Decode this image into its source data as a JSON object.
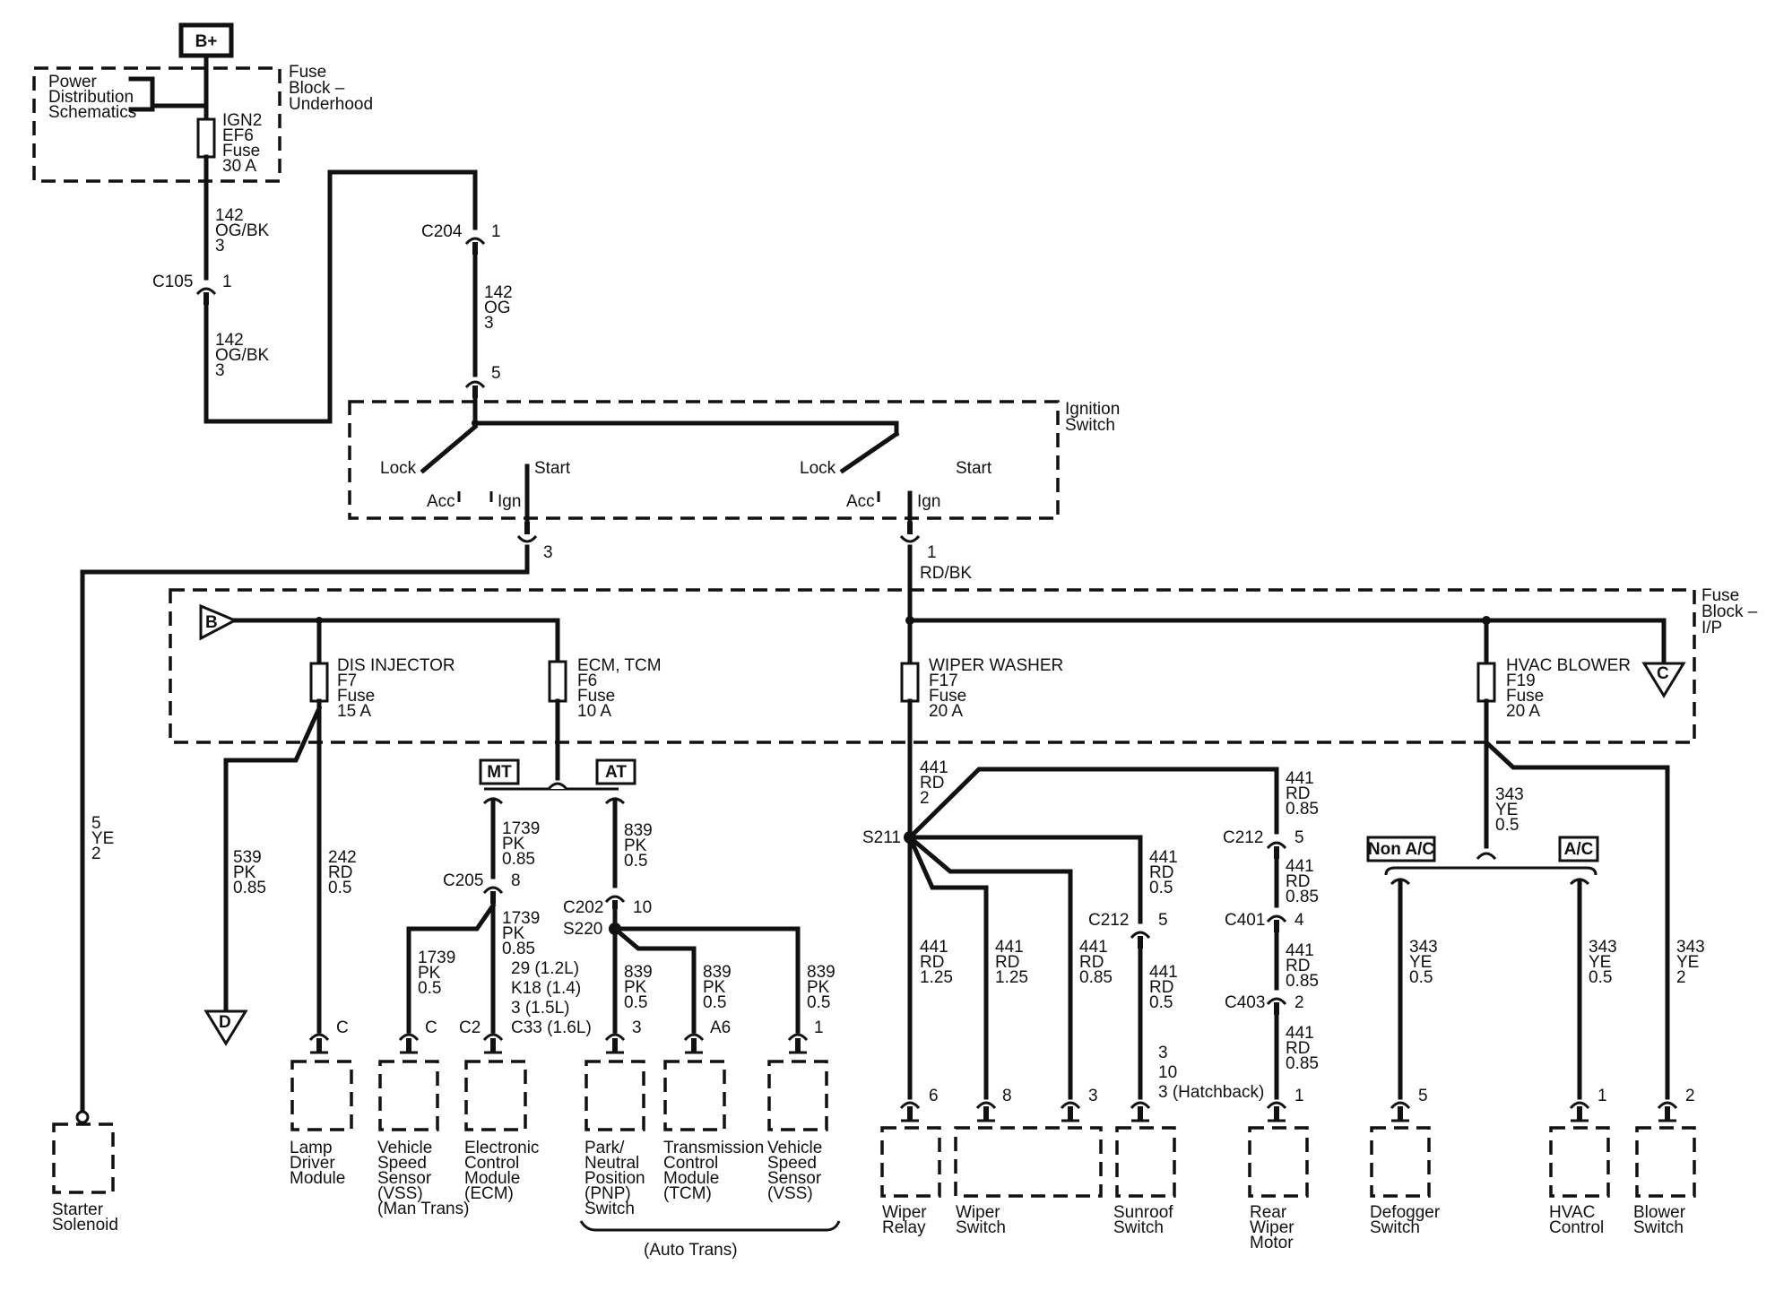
{
  "labels": {
    "b_plus": "B+",
    "pds_1": "Power",
    "pds_2": "Distribution",
    "pds_3": "Schematics",
    "fbu_1": "Fuse",
    "fbu_2": "Block –",
    "fbu_3": "Underhood",
    "ign2_1": "IGN2",
    "ign2_2": "EF6",
    "ign2_3": "Fuse",
    "ign2_4": "30 A",
    "w142a_1": "142",
    "w142a_2": "OG/BK",
    "w142a_3": "3",
    "c105": "C105",
    "c105_pin": "1",
    "w142b_1": "142",
    "w142b_2": "OG/BK",
    "w142b_3": "3",
    "c204": "C204",
    "c204_pin": "1",
    "w142c_1": "142",
    "w142c_2": "OG",
    "w142c_3": "3",
    "isw_pin5": "5",
    "isw_1": "Ignition",
    "isw_2": "Switch",
    "lock1": "Lock",
    "start1": "Start",
    "acc1": "Acc",
    "ign1": "Ign",
    "lock2": "Lock",
    "start2": "Start",
    "acc2": "Acc",
    "ign2": "Ign",
    "pin3": "3",
    "pin1": "1",
    "rdbk": "RD/BK",
    "fbip_1": "Fuse",
    "fbip_2": "Block –",
    "fbip_3": "I/P",
    "ref_b": "B",
    "ref_c": "C",
    "ref_d": "D",
    "f7_1": "DIS INJECTOR",
    "f7_2": "F7",
    "f7_3": "Fuse",
    "f7_4": "15 A",
    "f6_1": "ECM, TCM",
    "f6_2": "F6",
    "f6_3": "Fuse",
    "f6_4": "10 A",
    "f17_1": "WIPER WASHER",
    "f17_2": "F17",
    "f17_3": "Fuse",
    "f17_4": "20 A",
    "f19_1": "HVAC BLOWER",
    "f19_2": "F19",
    "f19_3": "Fuse",
    "f19_4": "20 A",
    "mt": "MT",
    "at": "AT",
    "nonac": "Non A/C",
    "ac": "A/C",
    "w5_1": "5",
    "w5_2": "YE",
    "w5_3": "2",
    "w539_1": "539",
    "w539_2": "PK",
    "w539_3": "0.85",
    "w242_1": "242",
    "w242_2": "RD",
    "w242_3": "0.5",
    "w1739a_1": "1739",
    "w1739a_2": "PK",
    "w1739a_3": "0.85",
    "c205": "C205",
    "c205_pin": "8",
    "w1739b_1": "1739",
    "w1739b_2": "PK",
    "w1739b_3": "0.85",
    "w1739c_1": "1739",
    "w1739c_2": "PK",
    "w1739c_3": "0.5",
    "ecm_p1": "29 (1.2L)",
    "ecm_p2": "K18 (1.4)",
    "ecm_p3": "3 (1.5L)",
    "ecm_p4": "C33 (1.6L)",
    "w839a_1": "839",
    "w839a_2": "PK",
    "w839a_3": "0.5",
    "c202": "C202",
    "c202_pin": "10",
    "s220": "S220",
    "w839b_1": "839",
    "w839b_2": "PK",
    "w839b_3": "0.5",
    "w839c_1": "839",
    "w839c_2": "PK",
    "w839c_3": "0.5",
    "w839d_1": "839",
    "w839d_2": "PK",
    "w839d_3": "0.5",
    "pin_c_lamp": "C",
    "pin_c_vss": "C",
    "pin_c2": "C2",
    "pin_pnp": "3",
    "pin_tcm": "A6",
    "pin_vss2": "1",
    "w441a_1": "441",
    "w441a_2": "RD",
    "w441a_3": "2",
    "s211": "S211",
    "w441b_1": "441",
    "w441b_2": "RD",
    "w441b_3": "0.85",
    "c212a": "C212",
    "c212a_pin": "5",
    "w441c_1": "441",
    "w441c_2": "RD",
    "w441c_3": "0.85",
    "c401": "C401",
    "c401_pin": "4",
    "w441d_1": "441",
    "w441d_2": "RD",
    "w441d_3": "0.85",
    "c403": "C403",
    "c403_pin": "2",
    "w441e_1": "441",
    "w441e_2": "RD",
    "w441e_3": "0.85",
    "w441f_1": "441",
    "w441f_2": "RD",
    "w441f_3": "0.5",
    "c212b": "C212",
    "c212b_pin": "5",
    "w441g_1": "441",
    "w441g_2": "RD",
    "w441g_3": "0.5",
    "w441h_1": "441",
    "w441h_2": "RD",
    "w441h_3": "1.25",
    "w441i_1": "441",
    "w441i_2": "RD",
    "w441i_3": "1.25",
    "w441j_1": "441",
    "w441j_2": "RD",
    "w441j_3": "0.85",
    "sun_p1": "3",
    "sun_p2": "10",
    "sun_p3": "3 (Hatchback)",
    "pin_relay": "6",
    "pin_wsw1": "8",
    "pin_wsw2": "3",
    "pin_rear": "1",
    "w343a_1": "343",
    "w343a_2": "YE",
    "w343a_3": "0.5",
    "w343b_1": "343",
    "w343b_2": "YE",
    "w343b_3": "0.5",
    "w343c_1": "343",
    "w343c_2": "YE",
    "w343c_3": "0.5",
    "w343d_1": "343",
    "w343d_2": "YE",
    "w343d_3": "2",
    "pin_def": "5",
    "pin_hvac": "1",
    "pin_blow": "2",
    "starter_1": "Starter",
    "starter_2": "Solenoid",
    "ldm_1": "Lamp",
    "ldm_2": "Driver",
    "ldm_3": "Module",
    "vss1_1": "Vehicle",
    "vss1_2": "Speed",
    "vss1_3": "Sensor",
    "vss1_4": "(VSS)",
    "vss1_5": "(Man Trans)",
    "ecm_1": "Electronic",
    "ecm_2": "Control",
    "ecm_3": "Module",
    "ecm_4": "(ECM)",
    "pnp_1": "Park/",
    "pnp_2": "Neutral",
    "pnp_3": "Position",
    "pnp_4": "(PNP)",
    "pnp_5": "Switch",
    "tcm_1": "Transmission",
    "tcm_2": "Control",
    "tcm_3": "Module",
    "tcm_4": "(TCM)",
    "vss2_1": "Vehicle",
    "vss2_2": "Speed",
    "vss2_3": "Sensor",
    "vss2_4": "(VSS)",
    "auto_trans": "(Auto Trans)",
    "wrelay_1": "Wiper",
    "wrelay_2": "Relay",
    "wsw_1": "Wiper",
    "wsw_2": "Switch",
    "sun_1": "Sunroof",
    "sun_2": "Switch",
    "rwm_1": "Rear",
    "rwm_2": "Wiper",
    "rwm_3": "Motor",
    "def_1": "Defogger",
    "def_2": "Switch",
    "hvac_1": "HVAC",
    "hvac_2": "Control",
    "blow_1": "Blower",
    "blow_2": "Switch"
  }
}
